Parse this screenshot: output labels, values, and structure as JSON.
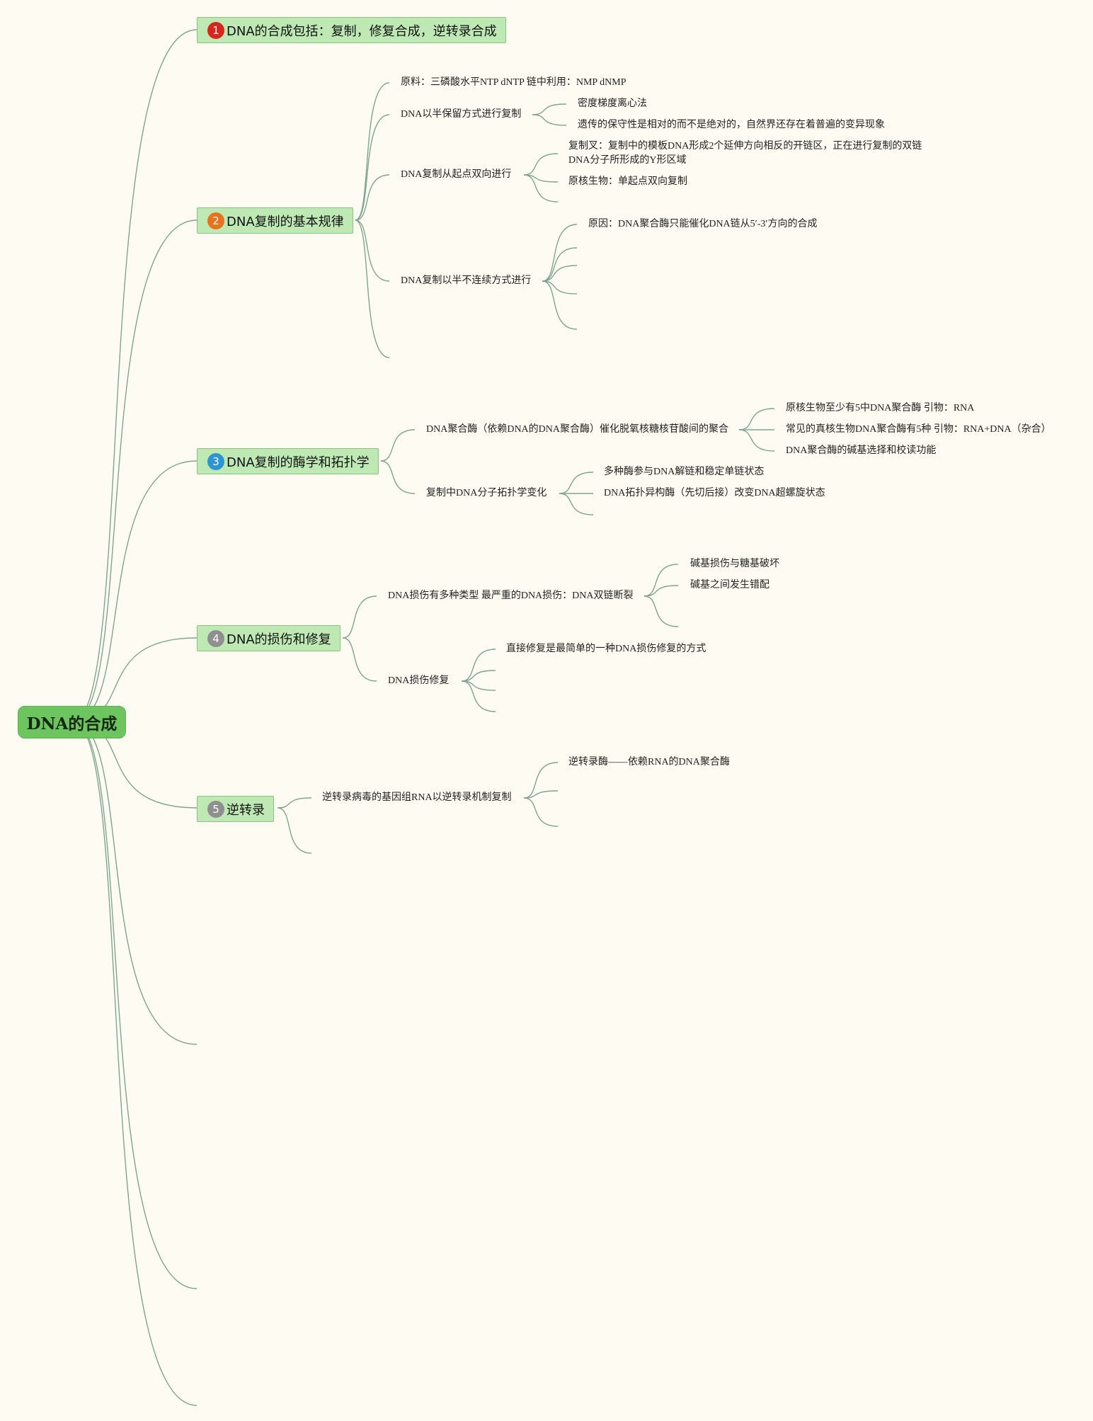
{
  "root": {
    "label": "DNA的合成"
  },
  "branches": [
    {
      "num": "1",
      "color": "#d8261c",
      "label": "DNA的合成包括：复制，修复合成，逆转录合成"
    },
    {
      "num": "2",
      "color": "#e8731e",
      "label": "DNA复制的基本规律"
    },
    {
      "num": "3",
      "color": "#2e95d3",
      "label": "DNA复制的酶学和拓扑学"
    },
    {
      "num": "4",
      "color": "#8f8f8f",
      "label": "DNA的损伤和修复"
    },
    {
      "num": "5",
      "color": "#8f8f8f",
      "label": "逆转录"
    }
  ],
  "b2": {
    "material": "原料：三磷酸水平NTP dNTP 链中利用：NMP dNMP",
    "semi_cons": "DNA以半保留方式进行复制",
    "density": "密度梯度离心法",
    "relative": "遗传的保守性是相对的而不是绝对的，自然界还存在着普遍的变异现象",
    "bidir": "DNA复制从起点双向进行",
    "fork_line1": "复制叉：复制中的模板DNA形成2个延伸方向相反的开链区，正在进行复制的双链",
    "fork_line2": "DNA分子所形成的Y形区域",
    "prok_single": "原核生物：单起点双向复制",
    "semi_discont": "DNA复制以半不连续方式进行",
    "reason": "原因：DNA聚合酶只能催化DNA链从5′-3′方向的合成"
  },
  "b3": {
    "polymerase": "DNA聚合酶（依赖DNA的DNA聚合酶）催化脱氧核糖核苷酸间的聚合",
    "prok_5": "原核生物至少有5中DNA聚合酶 引物：RNA",
    "euk_5": "常见的真核生物DNA聚合酶有5种 引物：RNA+DNA（杂合）",
    "select": "DNA聚合酶的碱基选择和校读功能",
    "topo": "复制中DNA分子拓扑学变化",
    "enzymes": "多种酶参与DNA解链和稳定单链状态",
    "topoisomerase": "DNA拓扑异构酶（先切后接）改变DNA超螺旋状态"
  },
  "b4": {
    "damage_types": "DNA损伤有多种类型 最严重的DNA损伤：DNA双链断裂",
    "base_damage": "碱基损伤与糖基破坏",
    "mismatch": "碱基之间发生错配",
    "repair": "DNA损伤修复",
    "direct": "直接修复是最简单的一种DNA损伤修复的方式"
  },
  "b5": {
    "retro_virus": "逆转录病毒的基因组RNA以逆转录机制复制",
    "rt_enzyme": "逆转录酶——依赖RNA的DNA聚合酶"
  }
}
